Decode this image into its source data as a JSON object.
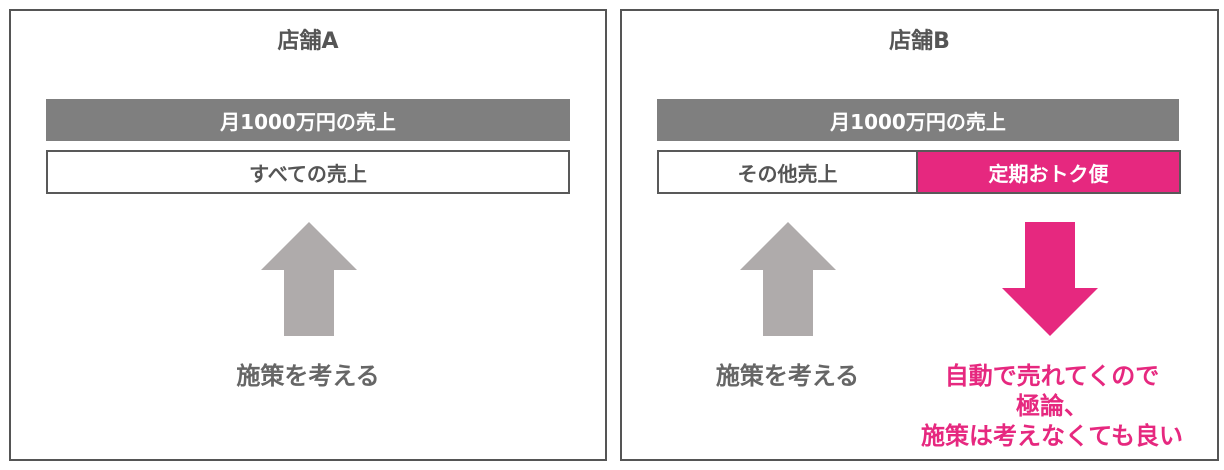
{
  "colors": {
    "border": "#555555",
    "top_bar": "#7f7f7f",
    "accent_pink": "#e6287f",
    "arrow_gray": "#afabab",
    "text_gray": "#666666"
  },
  "store_a": {
    "title": "店舗A",
    "top_bar_label": "月1000万円の売上",
    "bottom_bar_label": "すべての売上",
    "arrow_direction": "up",
    "caption": "施策を考える"
  },
  "store_b": {
    "title": "店舗B",
    "top_bar_label": "月1000万円の売上",
    "segments": [
      {
        "label": "その他売上"
      },
      {
        "label": "定期おトク便"
      }
    ],
    "left_arrow_direction": "up",
    "left_caption": "施策を考える",
    "right_arrow_direction": "down",
    "right_caption_lines": [
      "自動で売れてくので",
      "極論、",
      "施策は考えなくても良い"
    ]
  }
}
